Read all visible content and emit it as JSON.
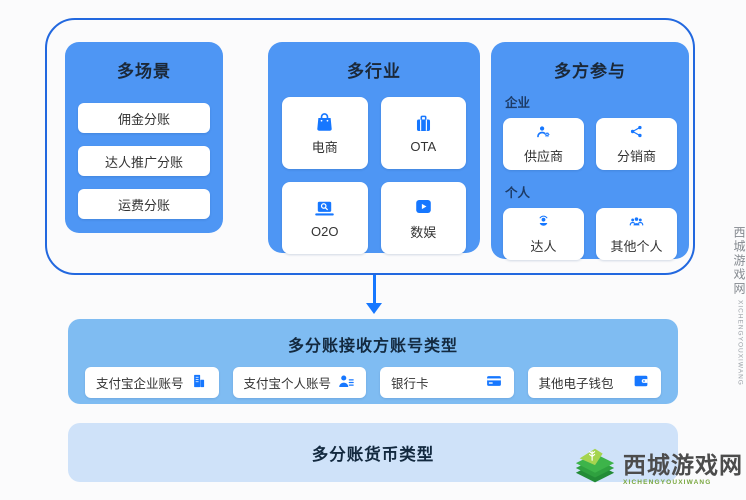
{
  "colors": {
    "panel_blue": "#4e96f4",
    "frame_border_blue": "#2268df",
    "account_bar_blue": "#7fbcf2",
    "currency_bar_blue": "#cfe2f9",
    "icon_blue": "#1677ff",
    "arrow_blue": "#1677ff",
    "watermark_green": "#35a440"
  },
  "diagram": {
    "scenes": {
      "title": "多场景",
      "items": [
        {
          "label": "佣金分账"
        },
        {
          "label": "达人推广分账"
        },
        {
          "label": "运费分账"
        }
      ]
    },
    "industries": {
      "title": "多行业",
      "tiles": [
        {
          "label": "电商",
          "icon": "shopping-bag-icon"
        },
        {
          "label": "OTA",
          "icon": "suitcase-icon"
        },
        {
          "label": "O2O",
          "icon": "laptop-search-icon"
        },
        {
          "label": "数娱",
          "icon": "video-play-icon"
        }
      ]
    },
    "participants": {
      "title": "多方参与",
      "groups": [
        {
          "label": "企业",
          "tiles": [
            {
              "label": "供应商",
              "icon": "supplier-person-gear-icon"
            },
            {
              "label": "分销商",
              "icon": "share-nodes-icon"
            }
          ]
        },
        {
          "label": "个人",
          "tiles": [
            {
              "label": "达人",
              "icon": "influencer-icon"
            },
            {
              "label": "其他个人",
              "icon": "people-group-icon"
            }
          ]
        }
      ]
    },
    "account_bar": {
      "title": "多分账接收方账号类型",
      "items": [
        {
          "label": "支付宝企业账号",
          "icon": "building-icon"
        },
        {
          "label": "支付宝个人账号",
          "icon": "person-list-icon"
        },
        {
          "label": "银行卡",
          "icon": "bank-card-icon"
        },
        {
          "label": "其他电子钱包",
          "icon": "wallet-icon"
        }
      ]
    },
    "currency_bar": {
      "title": "多分账货币类型"
    }
  },
  "watermark": {
    "site_name": "西城游戏网",
    "site_slug": "XICHENGYOUXIWANG",
    "vertical_name": "西城游戏网",
    "vertical_slug": "XICHENGYOUXIWANG"
  }
}
